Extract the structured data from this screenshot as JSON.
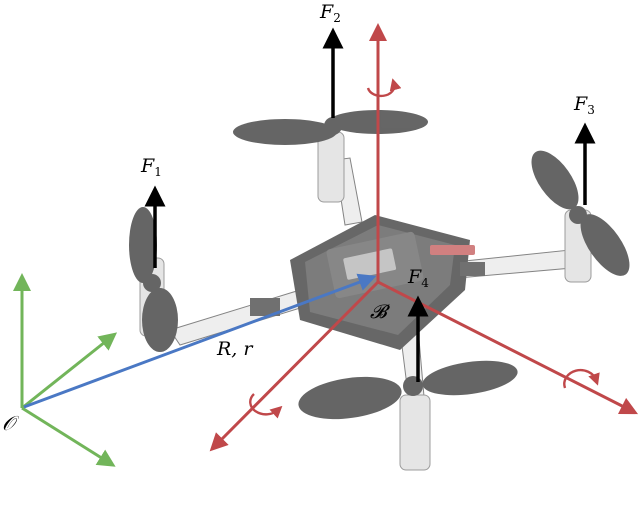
{
  "figure": {
    "colors": {
      "body_frame": "#c0484a",
      "world_frame": "#72b55a",
      "position_vector": "#4a78c4",
      "thrust": "#000000",
      "drone": "#6a6a6a"
    },
    "labels": {
      "f1": {
        "base": "F",
        "sub": "1"
      },
      "f2": {
        "base": "F",
        "sub": "2"
      },
      "f3": {
        "base": "F",
        "sub": "3"
      },
      "f4": {
        "base": "F",
        "sub": "4"
      },
      "body_frame": "𝓑",
      "world_frame": "𝒪",
      "position_vector": "R, r"
    }
  }
}
